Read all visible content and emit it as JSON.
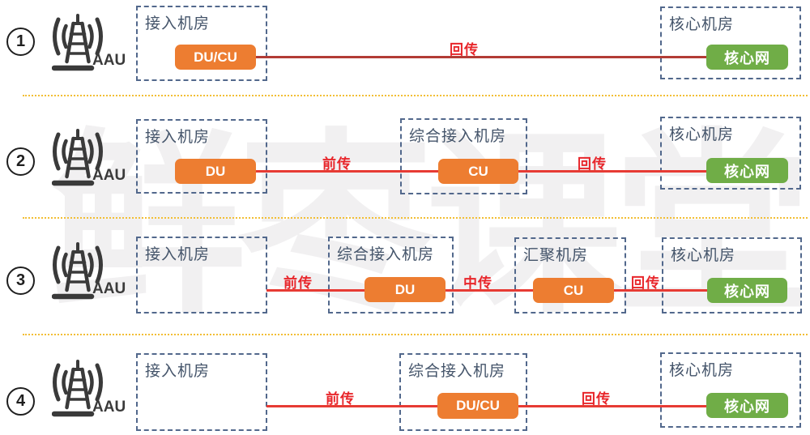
{
  "watermark": "鲜枣课堂",
  "colors": {
    "node_orange": "#ED7D31",
    "node_green": "#70AD47",
    "line_red": "#E73B34",
    "line_dark_red": "#B23C35",
    "label_red": "#E8262B",
    "room_border": "#52688C",
    "room_title": "#44546A",
    "separator_yellow": "#F2BE35",
    "icon_dark": "#3A3A3A"
  },
  "rows": [
    {
      "number": "1",
      "aau_label": "AAU",
      "rooms": [
        {
          "title": "接入机房",
          "node": "DU/CU"
        },
        {
          "title": "核心机房",
          "node": "核心网"
        }
      ],
      "links": [
        {
          "label": "回传"
        }
      ]
    },
    {
      "number": "2",
      "aau_label": "AAU",
      "rooms": [
        {
          "title": "接入机房",
          "node": "DU"
        },
        {
          "title": "综合接入机房",
          "node": "CU"
        },
        {
          "title": "核心机房",
          "node": "核心网"
        }
      ],
      "links": [
        {
          "label": "前传"
        },
        {
          "label": "回传"
        }
      ]
    },
    {
      "number": "3",
      "aau_label": "AAU",
      "rooms": [
        {
          "title": "接入机房",
          "node": ""
        },
        {
          "title": "综合接入机房",
          "node": "DU"
        },
        {
          "title": "汇聚机房",
          "node": "CU"
        },
        {
          "title": "核心机房",
          "node": "核心网"
        }
      ],
      "links": [
        {
          "label": "前传"
        },
        {
          "label": "中传"
        },
        {
          "label": "回传"
        }
      ]
    },
    {
      "number": "4",
      "aau_label": "AAU",
      "rooms": [
        {
          "title": "接入机房",
          "node": ""
        },
        {
          "title": "综合接入机房",
          "node": "DU/CU"
        },
        {
          "title": "核心机房",
          "node": "核心网"
        }
      ],
      "links": [
        {
          "label": "前传"
        },
        {
          "label": "回传"
        }
      ]
    }
  ]
}
